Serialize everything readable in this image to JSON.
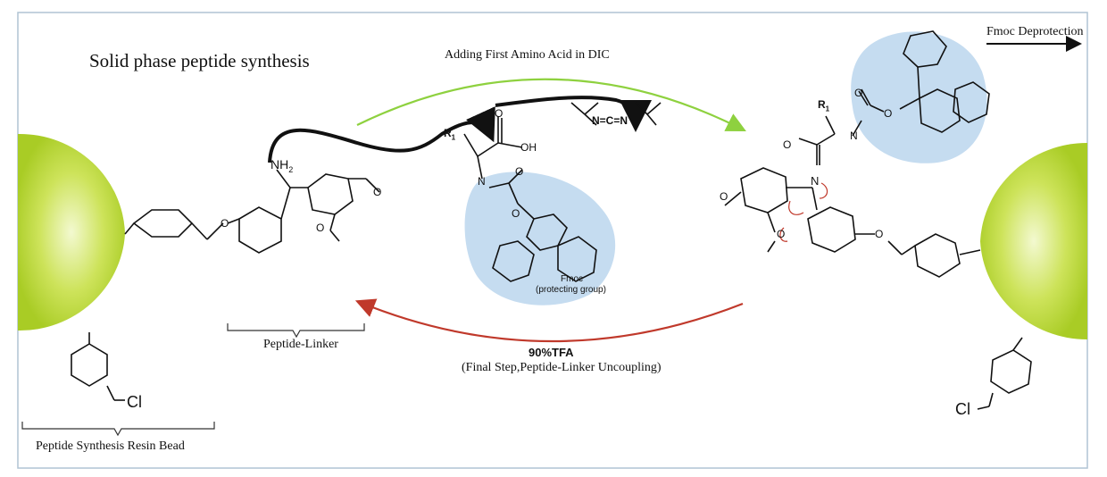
{
  "title": "Solid phase peptide synthesis",
  "step_forward": "Adding First Amino Acid in DIC",
  "step_next": "Fmoc Deprotection",
  "step_cleave_reagent": "90%TFA",
  "step_cleave_desc": "(Final Step,Peptide-Linker Uncoupling)",
  "label_linker": "Peptide-Linker",
  "label_bead": "Peptide Synthesis Resin Bead",
  "fmoc_label": "Fmoc",
  "fmoc_sub": "(protecting group)",
  "atoms": {
    "nh2_n": "NH",
    "nh2_sub": "2",
    "r1": "R",
    "r1_sub": "1",
    "n": "N",
    "o": "O",
    "oh": "OH",
    "cl": "Cl",
    "dic": "N=C=N"
  },
  "colors": {
    "bead_green": "#b5d630",
    "fmoc_blue": "#c5dcf0",
    "forward_arrow": "#8ed13f",
    "reverse_arrow": "#c0392b",
    "frame": "#b0c4d4"
  }
}
